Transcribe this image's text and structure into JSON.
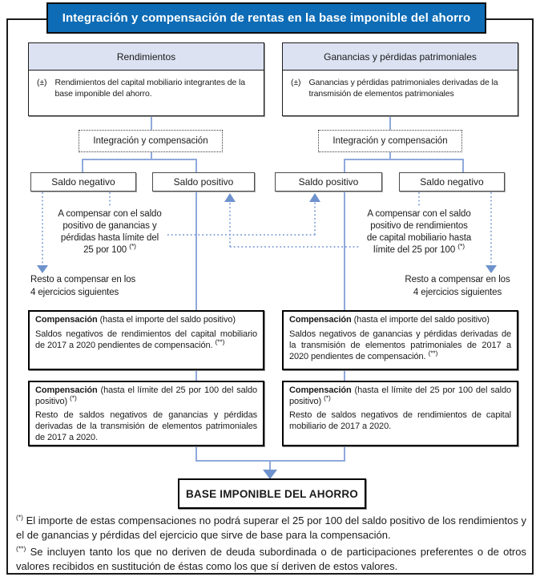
{
  "title": "Integración y compensación de rentas en la base imponible del ahorro",
  "columns": [
    {
      "header": "Rendimientos",
      "pm_sign": "(±)",
      "pm_text": "Rendimientos del capital mobiliario integrantes de la base imponible del ahorro.",
      "integration_label": "Integración y compensación",
      "saldo_first": "Saldo negativo",
      "saldo_second": "Saldo positivo",
      "compensar_lines": [
        "A compensar con el saldo",
        "positivo de ganancias y",
        "pérdidas hasta límite del",
        "25 por 100"
      ],
      "compensar_marker": "(*)",
      "resto_lines": [
        "Resto a compensar en los",
        "4 ejercicios siguientes"
      ],
      "comp1": {
        "lead": "Compensación",
        "rest": " (hasta el importe del saldo positivo)",
        "body": "Saldos negativos de rendimientos del capital mobiliario de 2017 a 2020 pendientes de compensación.",
        "marker": "(**)"
      },
      "comp2": {
        "lead": "Compensación",
        "rest": " (hasta el límite del 25 por 100 del saldo positivo) ",
        "head_marker": "(*)",
        "body": "Resto de saldos negativos de ganancias y pérdidas derivadas de la transmisión de elementos patrimoniales de 2017 a 2020."
      }
    },
    {
      "header": "Ganancias y pérdidas patrimoniales",
      "pm_sign": "(±)",
      "pm_text": "Ganancias y pérdidas patrimoniales derivadas de la transmisión de elementos patrimoniales",
      "integration_label": "Integración y compensación",
      "saldo_first": "Saldo positivo",
      "saldo_second": "Saldo negativo",
      "compensar_lines": [
        "A compensar con el saldo",
        "positivo de rendimientos",
        "de capital mobiliario hasta",
        "límite del 25 por 100"
      ],
      "compensar_marker": "(*)",
      "resto_lines": [
        "Resto a compensar en los",
        "4 ejercicios siguientes"
      ],
      "comp1": {
        "lead": "Compensación",
        "rest": " (hasta el importe del saldo positivo)",
        "body": "Saldos negativos de ganancias y pérdidas derivadas de la transmisión de elementos patrimoniales de 2017 a 2020 pendientes de compensación.",
        "marker": "(**)"
      },
      "comp2": {
        "lead": "Compensación",
        "rest": " (hasta el límite del 25 por 100 del saldo positivo) ",
        "head_marker": "(*)",
        "body": "Resto de saldos negativos de rendimientos de capital mobiliario de 2017 a 2020."
      }
    }
  ],
  "base_label": "BASE IMPONIBLE DEL AHORRO",
  "footnotes": [
    {
      "marker": "(*)",
      "text": "El importe de estas compensaciones no podrá superar el 25 por 100 del saldo positivo de los rendimientos y el de ganancias y pérdidas del ejercicio que sirve de base para la compensación."
    },
    {
      "marker": "(**)",
      "text": "Se incluyen tanto los que no deriven de deuda subordinada o de participaciones preferentes o de otros valores recibidos en sustitución de éstas como los que sí deriven de estos valores."
    }
  ],
  "colors": {
    "title_bg": "#0D6CB5",
    "header_bg": "#DCE2F2",
    "line": "#8FA9DC",
    "dot": "#6C8FD2",
    "arrow": "#6E92CC"
  }
}
